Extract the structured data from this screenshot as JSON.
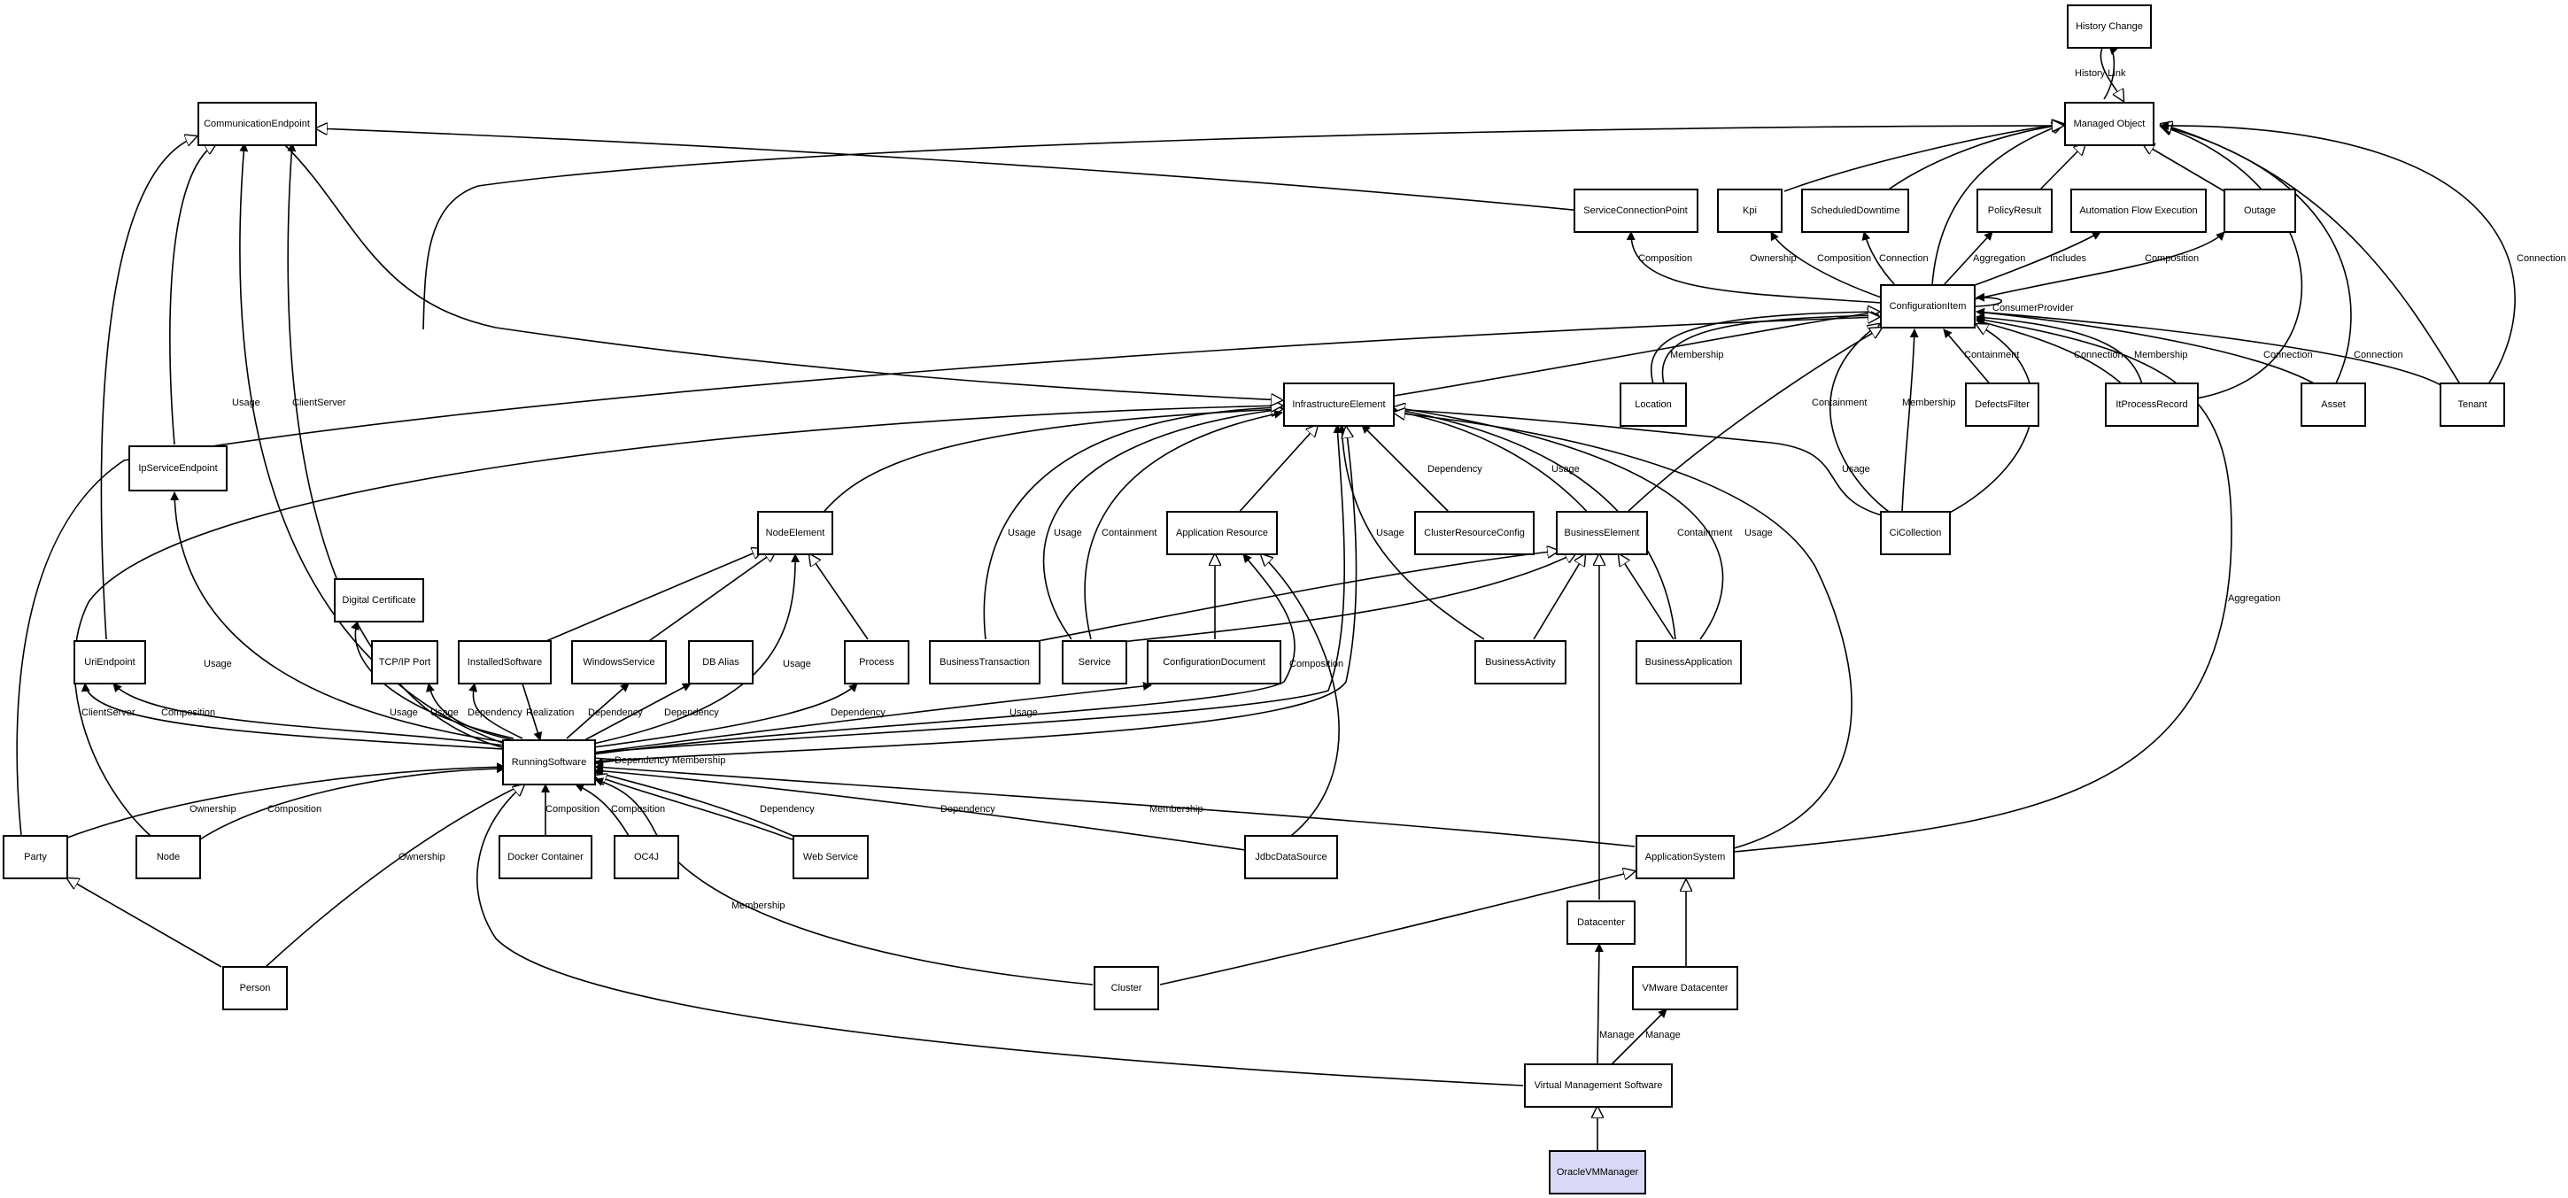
{
  "nodes": {
    "history_change": "History Change",
    "managed_object": "Managed Object",
    "communication_endpoint": "CommunicationEndpoint",
    "service_connection_point": "ServiceConnectionPoint",
    "kpi": "Kpi",
    "scheduled_downtime": "ScheduledDowntime",
    "policy_result": "PolicyResult",
    "automation_flow_execution": "Automation Flow Execution",
    "outage": "Outage",
    "configuration_item": "ConfigurationItem",
    "infrastructure_element": "InfrastructureElement",
    "location": "Location",
    "defects_filter": "DefectsFilter",
    "it_process_record": "ItProcessRecord",
    "asset": "Asset",
    "tenant": "Tenant",
    "ip_service_endpoint": "IpServiceEndpoint",
    "node_element": "NodeElement",
    "application_resource": "Application Resource",
    "cluster_resource_config": "ClusterResourceConfig",
    "business_element": "BusinessElement",
    "ci_collection": "CiCollection",
    "digital_certificate": "Digital Certificate",
    "uri_endpoint": "UriEndpoint",
    "tcpip_port": "TCP/IP Port",
    "installed_software": "InstalledSoftware",
    "windows_service": "WindowsService",
    "db_alias": "DB Alias",
    "process": "Process",
    "business_transaction": "BusinessTransaction",
    "service": "Service",
    "configuration_document": "ConfigurationDocument",
    "business_activity": "BusinessActivity",
    "business_application": "BusinessApplication",
    "running_software": "RunningSoftware",
    "party": "Party",
    "node": "Node",
    "docker_container": "Docker Container",
    "oc4j": "OC4J",
    "web_service": "Web Service",
    "jdbc_data_source": "JdbcDataSource",
    "application_system": "ApplicationSystem",
    "datacenter": "Datacenter",
    "person": "Person",
    "cluster": "Cluster",
    "vmware_datacenter": "VMware Datacenter",
    "virtual_management_software": "Virtual Management Software",
    "oracle_vm_manager": "OracleVMManager"
  },
  "edge_labels": {
    "history_link": "History Link",
    "usage": "Usage",
    "client_server": "ClientServer",
    "composition": "Composition",
    "ownership": "Ownership",
    "connection": "Connection",
    "aggregation": "Aggregation",
    "includes": "Includes",
    "consumer_provider": "ConsumerProvider",
    "membership": "Membership",
    "containment": "Containment",
    "dependency": "Dependency",
    "realization": "Realization",
    "manage": "Manage",
    "dependency_membership": "Dependency Membership"
  },
  "colors": {
    "highlight_fill": "#d9d9f7",
    "line": "#000000"
  }
}
